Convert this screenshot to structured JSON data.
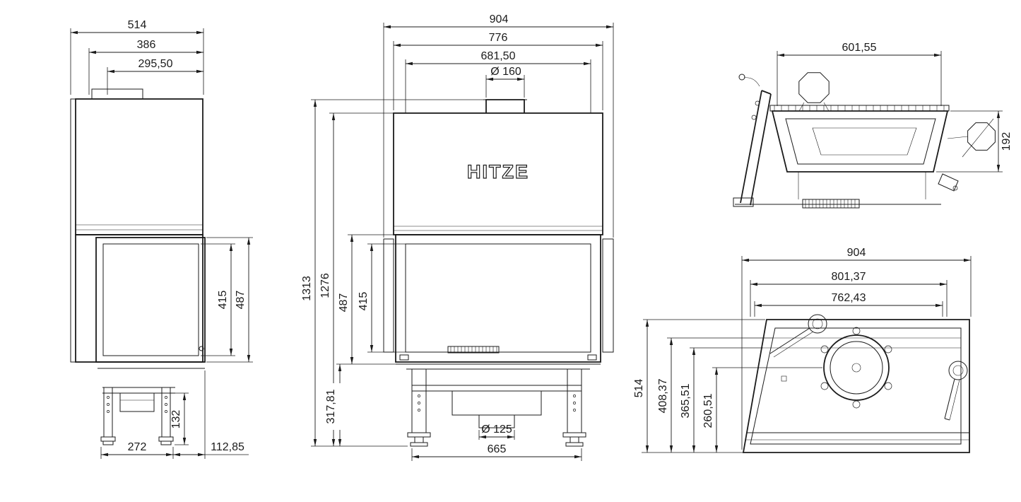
{
  "drawing": {
    "background": "#ffffff",
    "line_color": "#1b1b1b",
    "brand_logo": "HITZE"
  },
  "side_view": {
    "dims": {
      "depth_total": "514",
      "depth_frame": "386",
      "depth_glass": "295,50",
      "glass_height": "415",
      "door_height": "487",
      "stand_height": "132",
      "feet_span": "272",
      "front_offset": "112,85"
    }
  },
  "front_view": {
    "dims": {
      "width_total": "904",
      "width_body": "776",
      "width_inner": "681,50",
      "flue_diameter": "Ø 160",
      "height_total": "1313",
      "height_body": "1276",
      "door_height": "487",
      "glass_height": "415",
      "base_height": "317,81",
      "air_inlet_diameter": "Ø 125",
      "feet_span": "665"
    }
  },
  "rear_top_view": {
    "dims": {
      "width_glass": "601,55",
      "height_glass": "192"
    }
  },
  "plan_view": {
    "dims": {
      "width_total": "904",
      "width_inner": "801,37",
      "width_glass": "762,43",
      "depth_total": "514",
      "depth_back": "408,37",
      "depth_chamber": "365,51",
      "depth_flue_center": "260,51"
    }
  }
}
